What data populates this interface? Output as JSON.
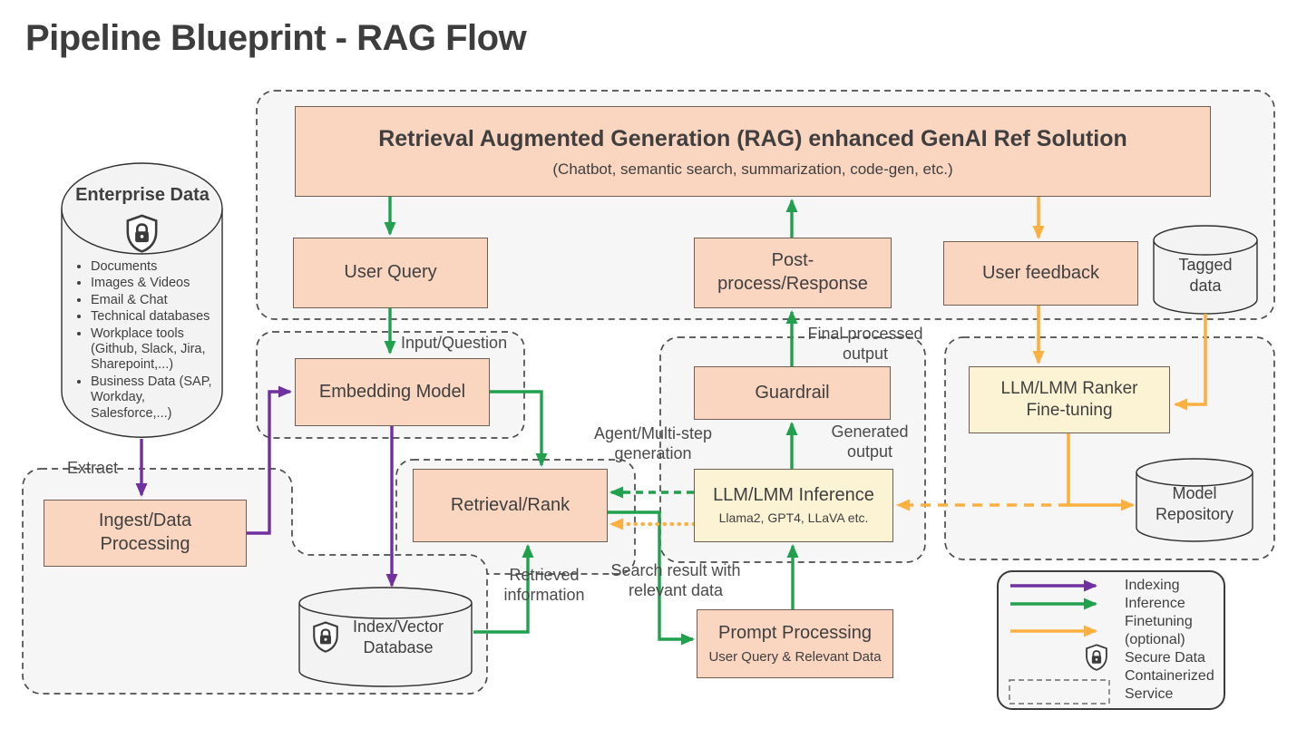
{
  "page_title": "Pipeline Blueprint - RAG Flow",
  "banner": {
    "title": "Retrieval Augmented Generation (RAG) enhanced GenAI Ref Solution",
    "subtitle": "(Chatbot, semantic search, summarization, code-gen, etc.)"
  },
  "nodes": {
    "user_query": {
      "label": "User Query"
    },
    "post_process": {
      "label": "Post-process/Response"
    },
    "user_feedback": {
      "label": "User feedback"
    },
    "embedding_model": {
      "label": "Embedding Model"
    },
    "ingest_data_processing": {
      "label": "Ingest/Data Processing"
    },
    "retrieval_rank": {
      "label": "Retrieval/Rank"
    },
    "guardrail": {
      "label": "Guardrail"
    },
    "llm_inference": {
      "label": "LLM/LMM Inference",
      "subtitle": "Llama2, GPT4, LLaVA etc."
    },
    "prompt_processing": {
      "label": "Prompt Processing",
      "subtitle": "User Query & Relevant Data"
    },
    "ranker_finetuning": {
      "label": "LLM/LMM Ranker Fine-tuning"
    }
  },
  "datastores": {
    "enterprise_data": {
      "label": "Enterprise Data",
      "items": [
        "Documents",
        "Images & Videos",
        "Email & Chat",
        "Technical databases",
        "Workplace tools (Github, Slack, Jira, Sharepoint,...)",
        "Business Data (SAP, Workday, Salesforce,...)"
      ]
    },
    "tagged_data": {
      "label": "Tagged data"
    },
    "model_repository": {
      "label": "Model Repository"
    },
    "index_vector_database": {
      "label": "Index/Vector Database"
    }
  },
  "flow_labels": {
    "input_question": "Input/Question",
    "extract": "Extract",
    "final_processed_output": "Final processed output",
    "generated_output": "Generated output",
    "agent_multistep": "Agent/Multi-step generation",
    "retrieved_information": "Retrieved information",
    "search_result": "Search result with relevant data"
  },
  "legend": {
    "lines": [
      "Indexing",
      "Inference",
      "Finetuning",
      "(optional)",
      "Secure Data",
      "Containerized",
      "Service"
    ]
  },
  "colors": {
    "indexing_purple": "#7030A0",
    "inference_green": "#21A04D",
    "finetuning_yellow": "#FBB040",
    "node_fill_salmon": "#FAD5C0",
    "node_fill_cream": "#FCF2D4"
  }
}
